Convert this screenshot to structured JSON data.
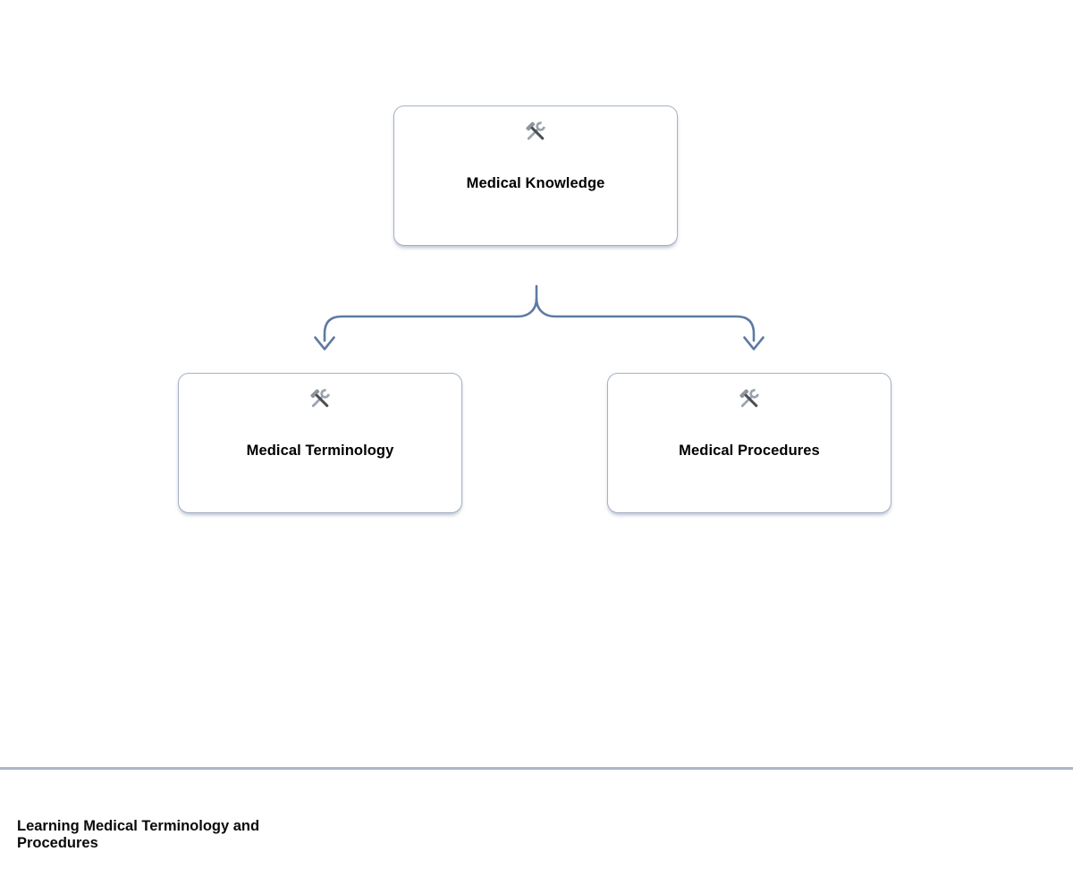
{
  "canvas": {
    "nodes": {
      "root": {
        "label": "Medical Knowledge",
        "icon": "hammer-wrench-icon"
      },
      "left": {
        "label": "Medical Terminology",
        "icon": "hammer-wrench-icon"
      },
      "right": {
        "label": "Medical Procedures",
        "icon": "hammer-wrench-icon"
      }
    },
    "connector": {
      "from": "root",
      "to": [
        "left",
        "right"
      ],
      "style": "curved-split-with-arrowheads"
    },
    "colors": {
      "connector": "#5e7aa2",
      "node_border": "#a4b1c7",
      "node_background": "#ffffff",
      "divider": "#acb6c8",
      "label_text": "#000000",
      "page_background": "#ffffff"
    }
  },
  "footer": {
    "caption": "Learning Medical Terminology and Procedures"
  }
}
